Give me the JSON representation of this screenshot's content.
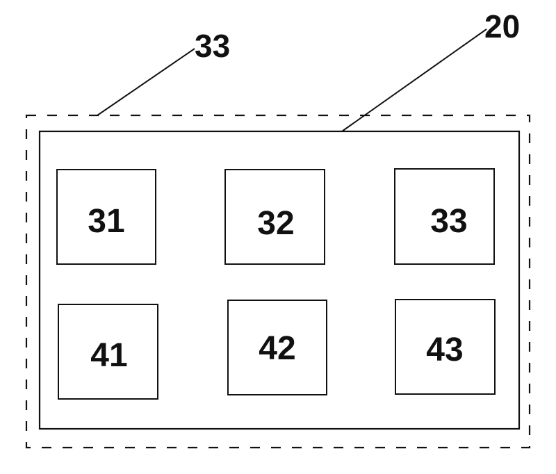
{
  "callouts": {
    "outer_dashed_label": "33",
    "inner_panel_label": "20"
  },
  "boxes": [
    {
      "label": "31"
    },
    {
      "label": "32"
    },
    {
      "label": "33"
    },
    {
      "label": "41"
    },
    {
      "label": "42"
    },
    {
      "label": "43"
    }
  ],
  "colors": {
    "stroke": "#111111",
    "background": "#ffffff"
  }
}
